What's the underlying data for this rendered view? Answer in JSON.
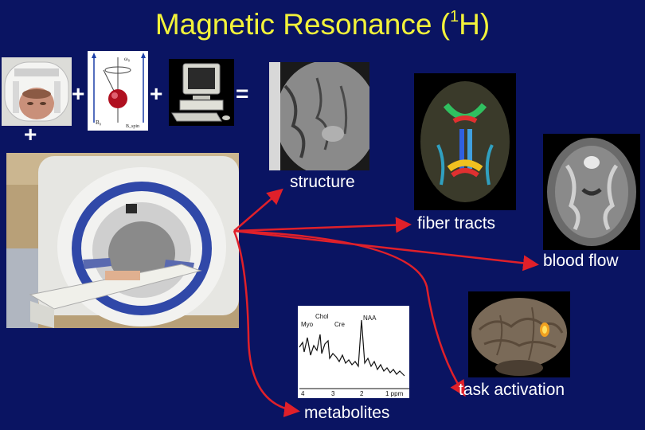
{
  "title": {
    "main": "Magnetic Resonance (",
    "sup": "1",
    "end": "H)"
  },
  "operators": {
    "plus1": "+",
    "plus2": "+",
    "plus3": "+",
    "equals": "="
  },
  "outputs": {
    "structure": "structure",
    "fiber_tracts": "fiber tracts",
    "blood_flow": "blood flow",
    "task_activation": "task activation",
    "metabolites": "metabolites"
  },
  "spin_diagram": {
    "omega": "ω₀",
    "b0": "B₀",
    "bspin": "B_spin"
  },
  "spectrum": {
    "peaks": [
      "Chol",
      "Myo",
      "Cre",
      "NAA"
    ],
    "ticks": [
      "4",
      "3",
      "2",
      "1 ppm"
    ]
  },
  "colors": {
    "background": "#0a1462",
    "title": "#f2f23a",
    "arrow": "#e0202a"
  }
}
